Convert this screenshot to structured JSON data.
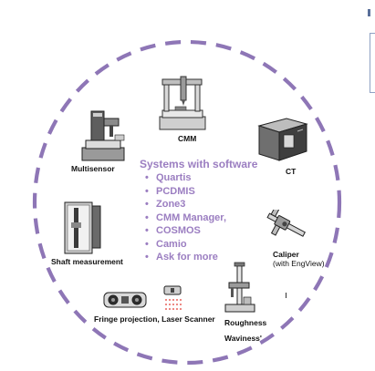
{
  "colors": {
    "ring": "#8e76b6",
    "accent_text": "#9b7ec1",
    "machine_gray": "#7a7a7a",
    "laser_red": "#e0362c"
  },
  "center": {
    "heading": "Systems with software",
    "items": [
      "Quartis",
      "PCDMIS",
      "Zone3",
      "CMM Manager,",
      "COSMOS",
      "Camio",
      "Ask for more"
    ]
  },
  "machines": {
    "cmm": "CMM",
    "ct": "CT",
    "multisensor": "Multisensor",
    "shaft": "Shaft measurement",
    "caliper": "Caliper",
    "caliper_sub": "(with EngView)",
    "fringe": "Fringe projection, Laser Scanner",
    "roughness": "Roughness",
    "waviness": "Waviness'"
  },
  "icons": {
    "cmm": "cmm-machine-icon",
    "ct": "ct-scanner-icon",
    "multisensor": "multisensor-machine-icon",
    "shaft": "shaft-measurement-machine-icon",
    "caliper": "caliper-icon",
    "fringe": "fringe-projection-scanner-icon",
    "laser": "laser-scanner-icon",
    "roughness": "roughness-tester-icon"
  }
}
